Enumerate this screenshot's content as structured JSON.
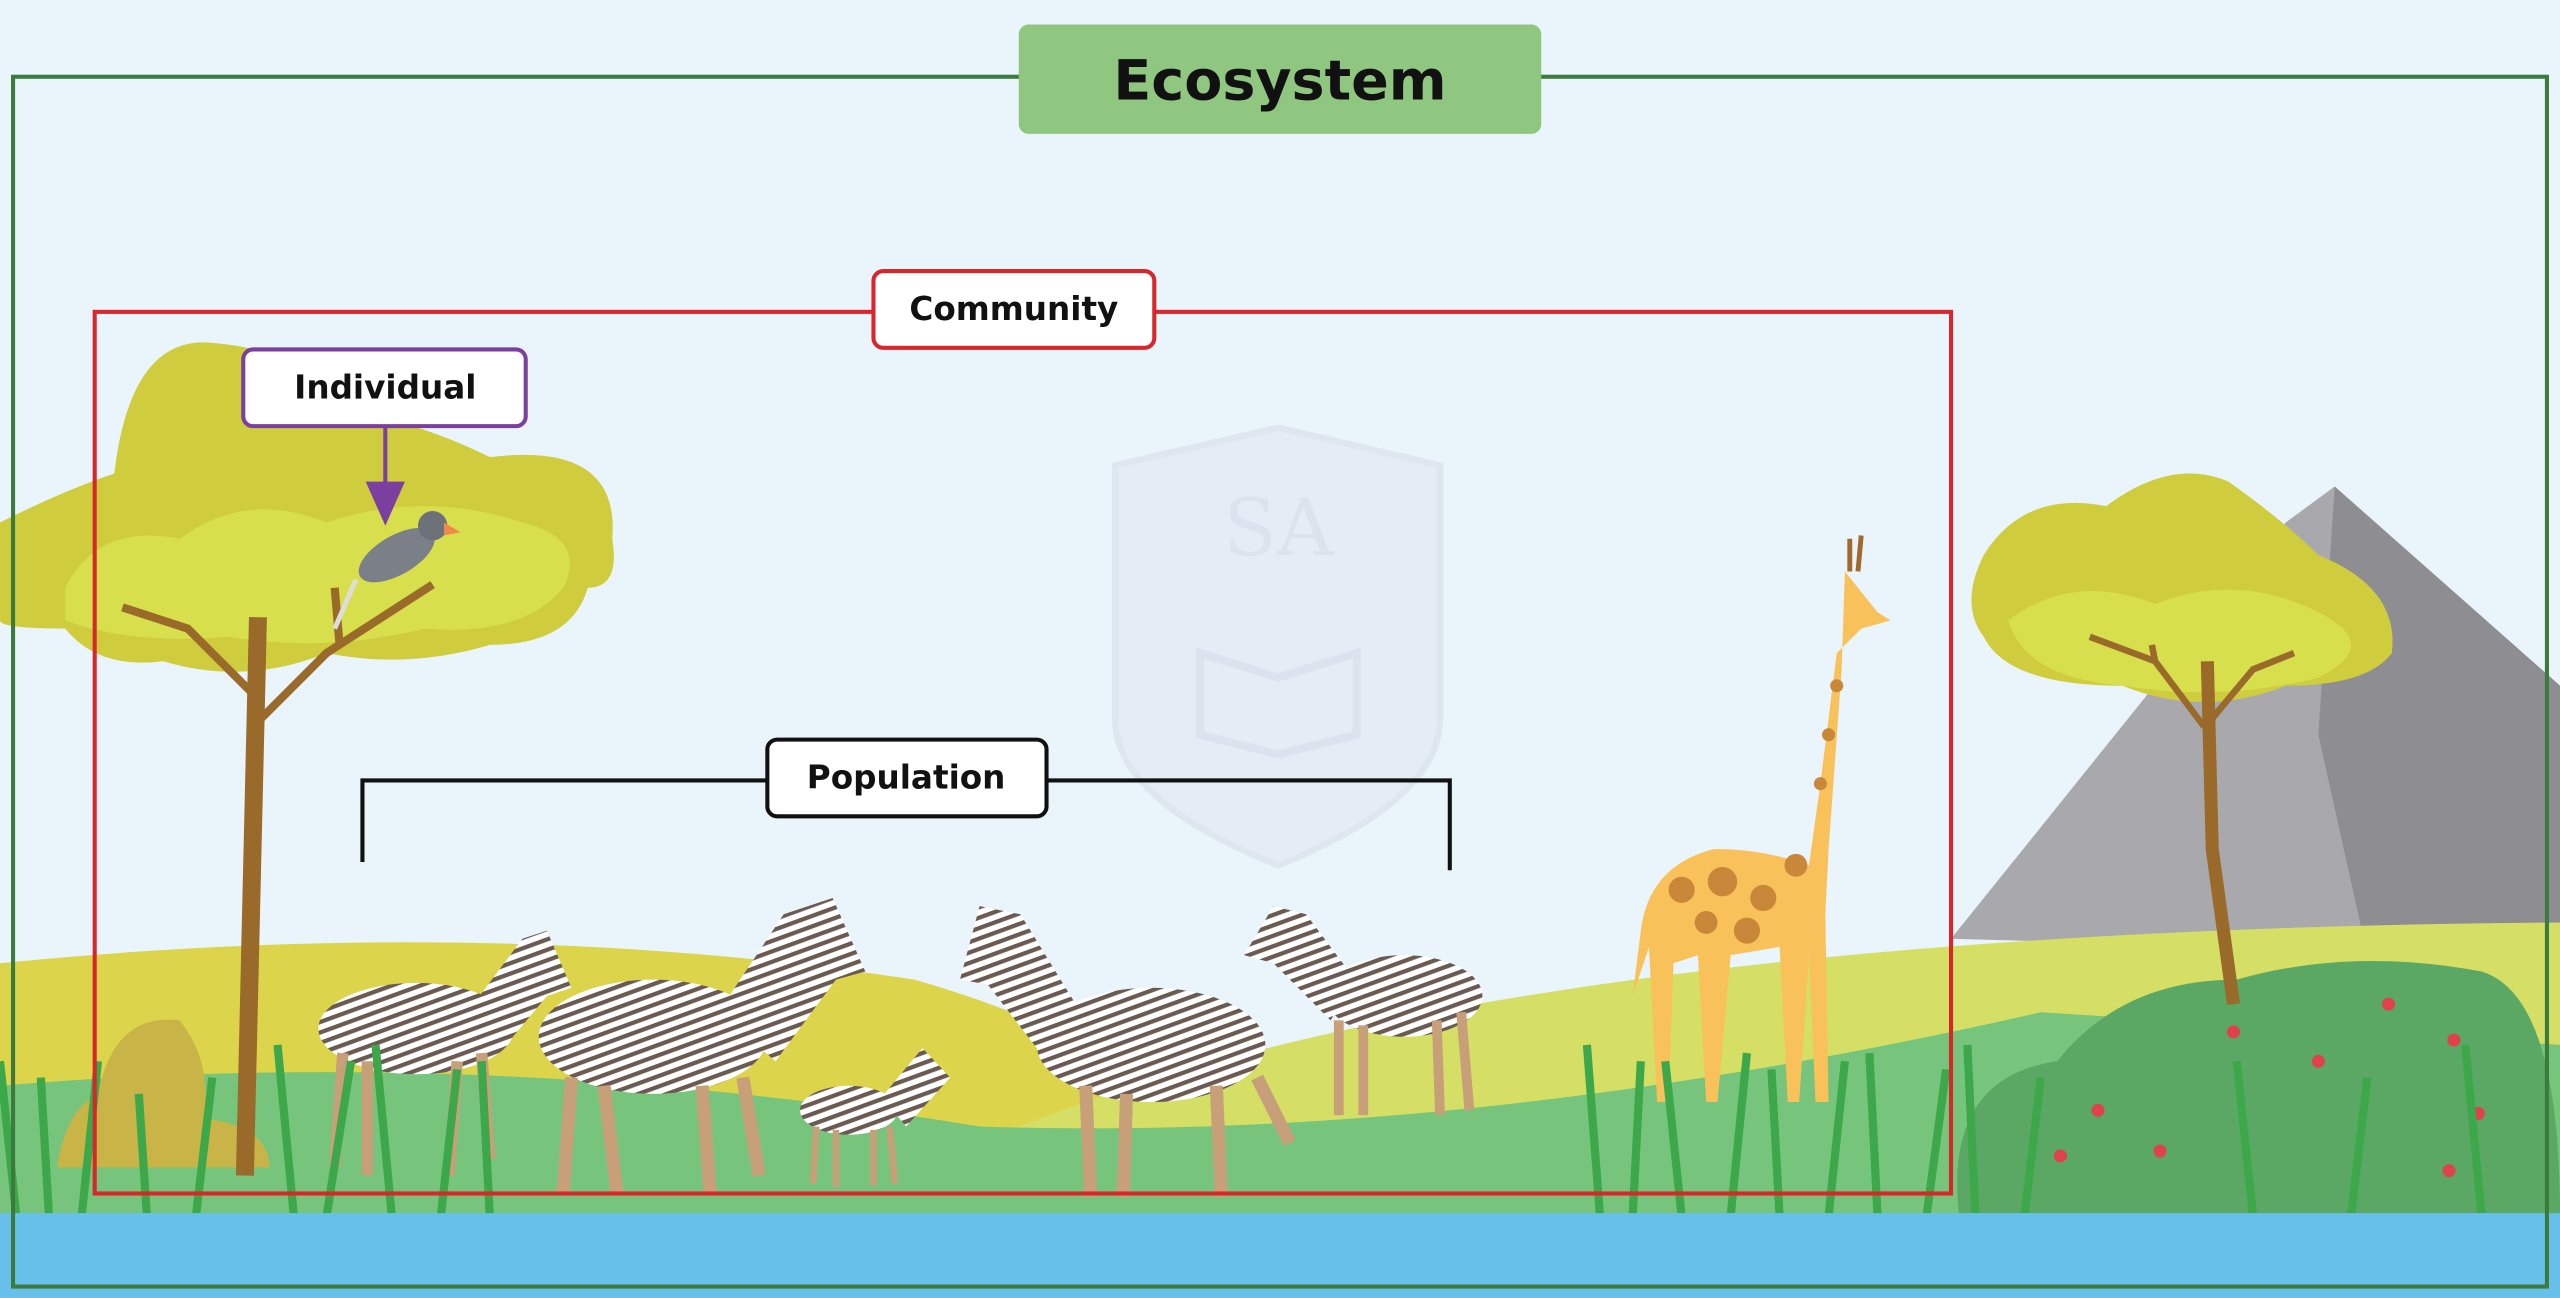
{
  "title": "Ecosystem",
  "levels": {
    "community": "Community",
    "individual": "Individual",
    "population": "Population"
  },
  "watermark": "SA",
  "colors": {
    "ecosystem_border": "#3d7a3d",
    "ecosystem_label_bg": "#8fc780",
    "community_border": "#d9262b",
    "individual_border": "#7b3fa0",
    "population_border": "#111111",
    "water": "#67c0ea",
    "sky": "#eaf4fb"
  }
}
